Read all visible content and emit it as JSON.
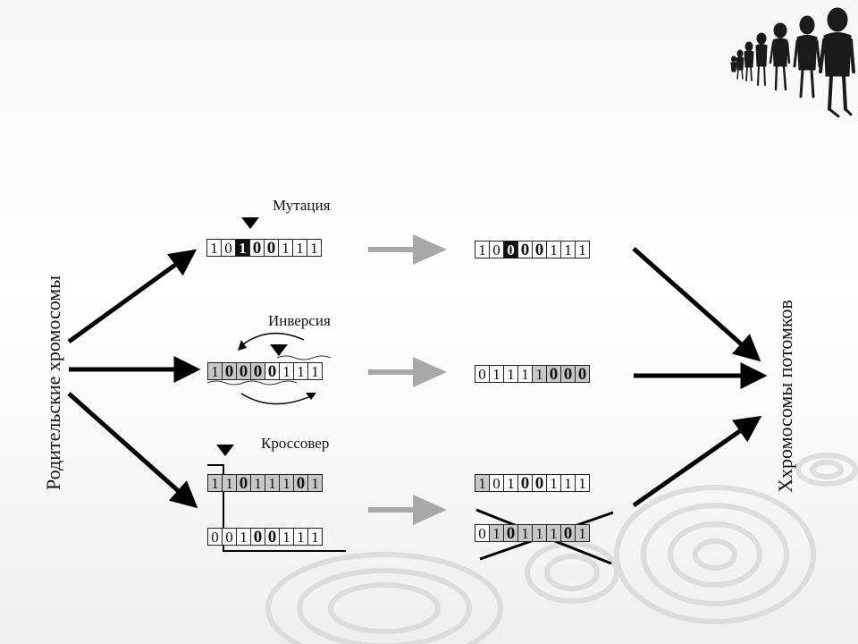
{
  "labels": {
    "mutation": "Мутация",
    "inversion": "Инверсия",
    "crossover": "Кроссовер",
    "parents": "Родительские хромосомы",
    "children": "Ххромосомы потомков"
  },
  "chromosomes": {
    "mutation_parent": {
      "bits": [
        "1",
        "0",
        "1",
        "0",
        "0",
        "1",
        "1",
        "1"
      ],
      "style": [
        "n",
        "n",
        "black",
        "b",
        "b",
        "n",
        "n",
        "n"
      ]
    },
    "mutation_child": {
      "bits": [
        "1",
        "0",
        "0",
        "0",
        "0",
        "1",
        "1",
        "1"
      ],
      "style": [
        "n",
        "n",
        "black",
        "b",
        "b",
        "n",
        "n",
        "n"
      ]
    },
    "inversion_parent": {
      "bits": [
        "1",
        "0",
        "0",
        "0",
        "0",
        "1",
        "1",
        "1"
      ],
      "style": [
        "gray",
        "gb",
        "gb",
        "gb",
        "b",
        "n",
        "n",
        "n"
      ]
    },
    "inversion_child": {
      "bits": [
        "0",
        "1",
        "1",
        "1",
        "1",
        "0",
        "0",
        "0"
      ],
      "style": [
        "n",
        "n",
        "n",
        "n",
        "gray",
        "gb",
        "gb",
        "gb"
      ]
    },
    "crossover_parent1": {
      "bits": [
        "1",
        "1",
        "0",
        "1",
        "1",
        "1",
        "0",
        "1"
      ],
      "style": [
        "gray",
        "gray",
        "gb",
        "gray",
        "gray",
        "gray",
        "gb",
        "gray"
      ]
    },
    "crossover_parent2": {
      "bits": [
        "0",
        "0",
        "1",
        "0",
        "0",
        "1",
        "1",
        "1"
      ],
      "style": [
        "n",
        "n",
        "n",
        "b",
        "b",
        "n",
        "n",
        "n"
      ]
    },
    "crossover_child1": {
      "bits": [
        "1",
        "0",
        "1",
        "0",
        "0",
        "1",
        "1",
        "1"
      ],
      "style": [
        "gray",
        "n",
        "n",
        "b",
        "b",
        "n",
        "n",
        "n"
      ]
    },
    "crossover_child2": {
      "bits": [
        "0",
        "1",
        "0",
        "1",
        "1",
        "1",
        "0",
        "1"
      ],
      "style": [
        "n",
        "gray",
        "gb",
        "gray",
        "gray",
        "gray",
        "gb",
        "gray"
      ]
    }
  }
}
